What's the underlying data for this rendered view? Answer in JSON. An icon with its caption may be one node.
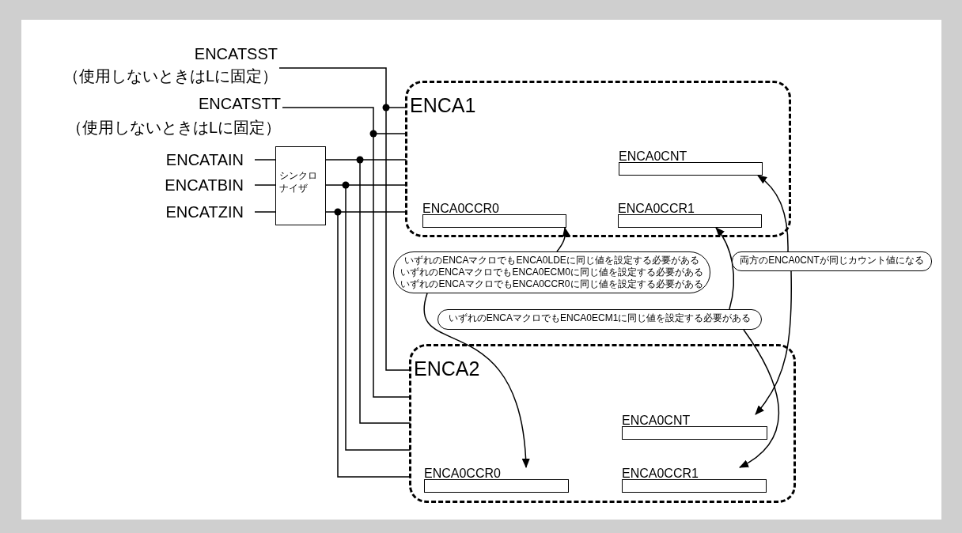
{
  "diagram": {
    "nodes": [
      {
        "text": [
          "ENCATSST",
          "（使用しないときはLに固定）"
        ]
      },
      {
        "text": [
          "ENCATSTT",
          "（使用しないときはLに固定）"
        ]
      },
      {
        "text": [
          "ENCATAIN"
        ]
      },
      {
        "text": [
          "ENCATBIN"
        ]
      },
      {
        "text": [
          "ENCATZIN"
        ]
      },
      {
        "text": [
          "シンクロナイザ"
        ]
      },
      {
        "text": [
          "ENCA1"
        ]
      },
      {
        "text": [
          "ENCA0CNT"
        ],
        "in": 6
      },
      {
        "text": [
          "ENCA0CCR0"
        ],
        "in": 6
      },
      {
        "text": [
          "ENCA0CCR1"
        ],
        "in": 6
      },
      {
        "text": [
          "ENCA2"
        ]
      },
      {
        "text": [
          "ENCA0CNT"
        ],
        "in": 10
      },
      {
        "text": [
          "ENCA0CCR0"
        ],
        "in": 10
      },
      {
        "text": [
          "ENCA0CCR1"
        ],
        "in": 10
      },
      {
        "text": [
          "いずれのENCAマクロでもENCA0LDEに同じ値を設定する必要がある",
          "いずれのENCAマクロでもENCA0ECM0に同じ値を設定する必要がある",
          "いずれのENCAマクロでもENCA0CCR0に同じ値を設定する必要がある"
        ]
      },
      {
        "text": [
          "いずれのENCAマクロでもENCA0ECM1に同じ値を設定する必要がある"
        ]
      },
      {
        "text": [
          "両方のENCA0CNTが同じカウント値になる"
        ]
      }
    ],
    "edges": [
      {
        "from": 0,
        "to": 6,
        "arrow": "none"
      },
      {
        "from": 0,
        "to": 10,
        "arrow": "none"
      },
      {
        "from": 1,
        "to": 6,
        "arrow": "none"
      },
      {
        "from": 1,
        "to": 10,
        "arrow": "none"
      },
      {
        "from": 2,
        "to": 5,
        "arrow": "none"
      },
      {
        "from": 3,
        "to": 5,
        "arrow": "none"
      },
      {
        "from": 4,
        "to": 5,
        "arrow": "none"
      },
      {
        "from": 5,
        "to": 6,
        "arrow": "none"
      },
      {
        "from": 5,
        "to": 10,
        "arrow": "none"
      },
      {
        "from": 5,
        "to": 6,
        "arrow": "none"
      },
      {
        "from": 5,
        "to": 10,
        "arrow": "none"
      },
      {
        "from": 5,
        "to": 6,
        "arrow": "none"
      },
      {
        "from": 5,
        "to": 10,
        "arrow": "none"
      },
      {
        "from": 14,
        "to": 8,
        "arrow": "to"
      },
      {
        "from": 14,
        "to": 12,
        "arrow": "to"
      },
      {
        "from": 15,
        "to": 9,
        "arrow": "to"
      },
      {
        "from": 15,
        "to": 13,
        "arrow": "to"
      },
      {
        "from": 16,
        "to": 7,
        "arrow": "to"
      },
      {
        "from": 16,
        "to": 11,
        "arrow": "to"
      }
    ]
  }
}
